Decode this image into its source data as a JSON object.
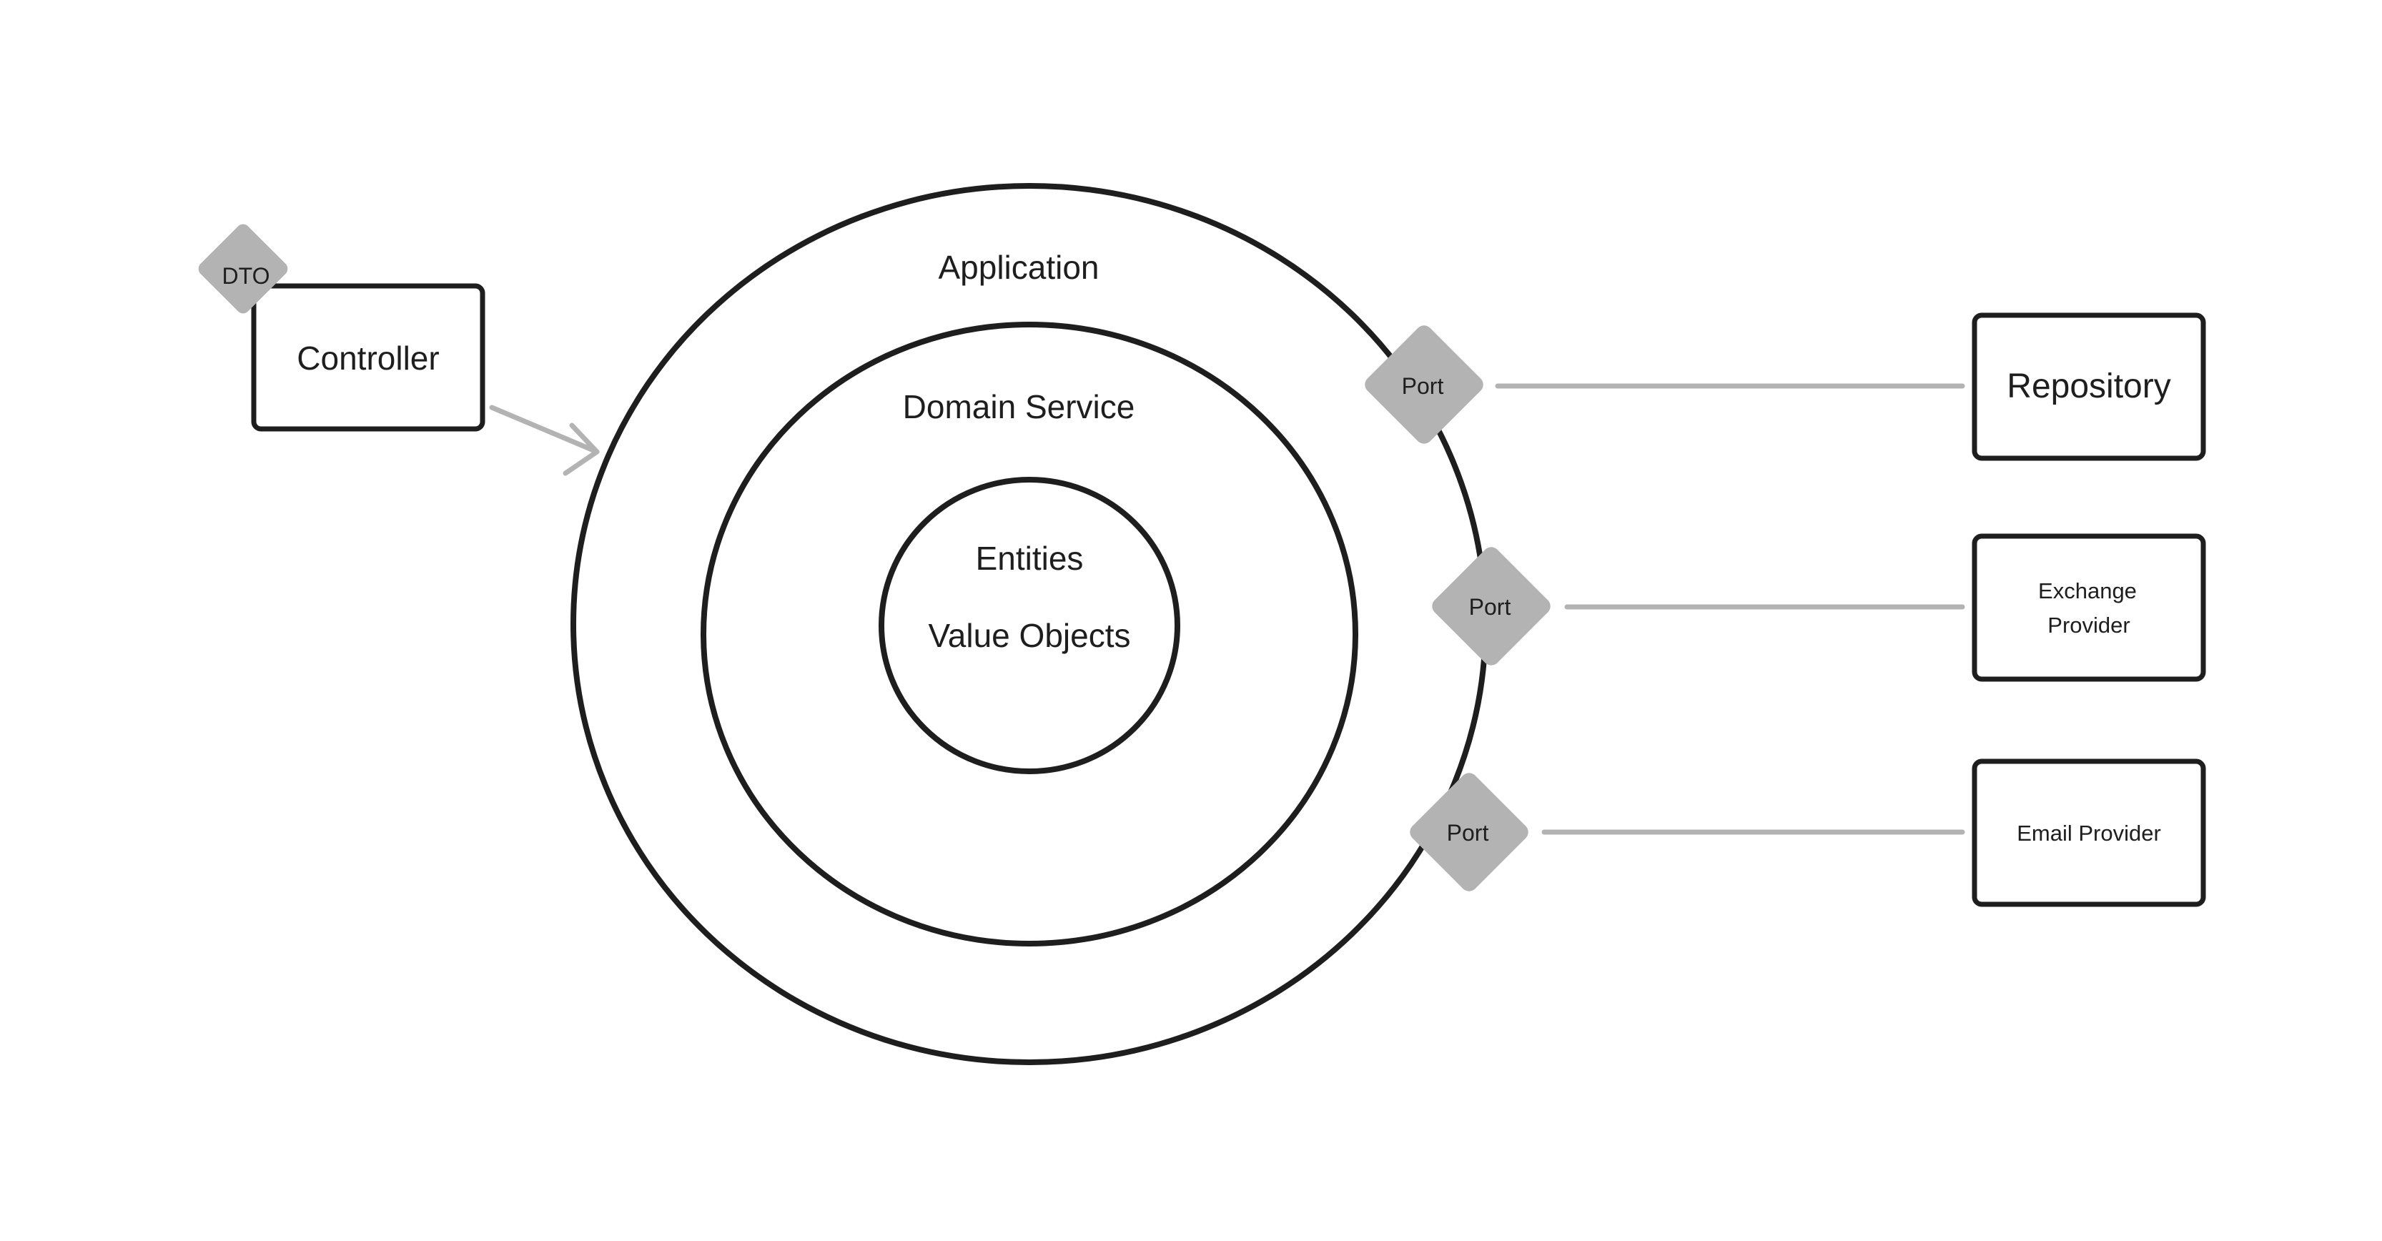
{
  "diagram": {
    "rings": {
      "outer_label": "Application",
      "middle_label": "Domain Service",
      "inner_label_1": "Entities",
      "inner_label_2": "Value Objects"
    },
    "controller": {
      "label": "Controller",
      "badge_label": "DTO"
    },
    "ports": [
      {
        "label": "Port"
      },
      {
        "label": "Port"
      },
      {
        "label": "Port"
      }
    ],
    "adapters": [
      {
        "label": "Repository"
      },
      {
        "label_line_1": "Exchange",
        "label_line_2": "Provider"
      },
      {
        "label": "Email Provider"
      }
    ],
    "colors": {
      "stroke": "#1e1e1e",
      "port_fill": "#b3b3b3",
      "connector": "#b3b3b3",
      "background": "#ffffff"
    }
  }
}
